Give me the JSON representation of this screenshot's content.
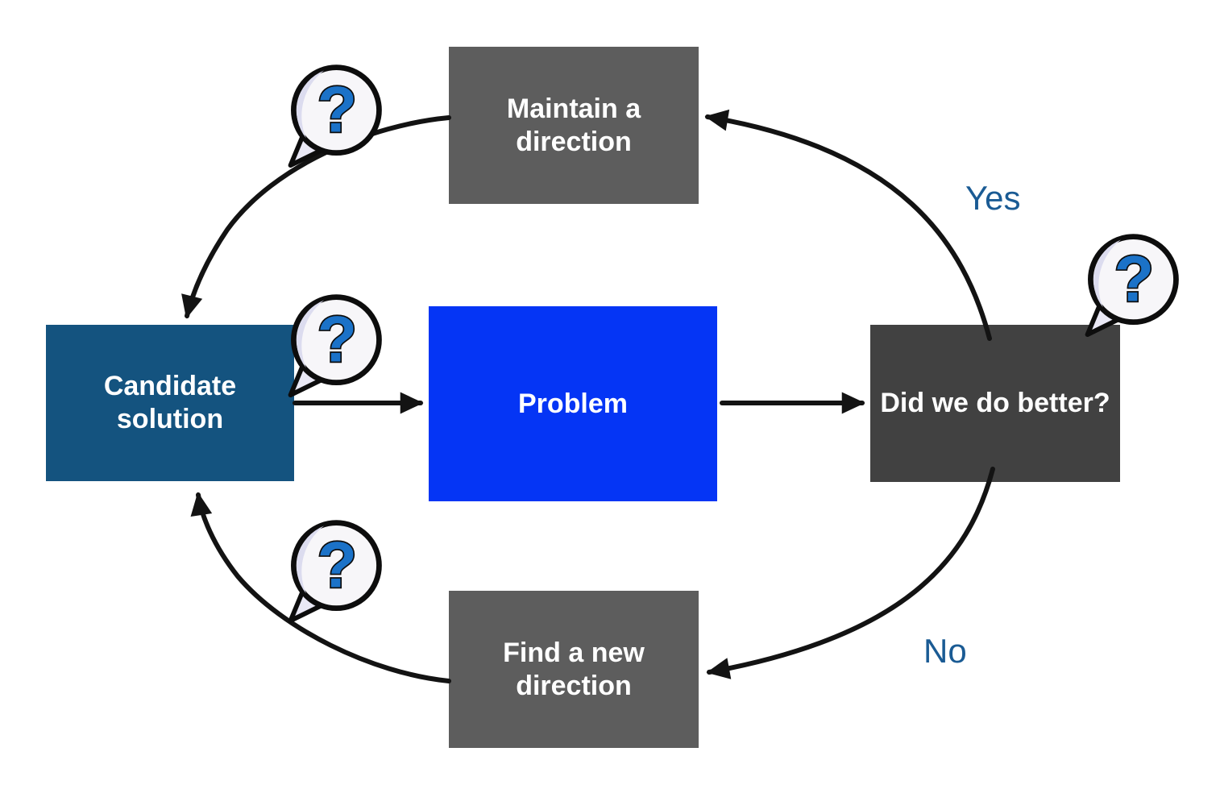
{
  "diagram": {
    "boxes": [
      {
        "id": "maintain-a-direction",
        "label": "Maintain a\ndirection",
        "color": "#5d5d5d",
        "text_color": "#ffffff"
      },
      {
        "id": "candidate-solution",
        "label": "Candidate\nsolution",
        "color": "#14537f",
        "text_color": "#ffffff"
      },
      {
        "id": "problem",
        "label": "Problem",
        "color": "#0535f5",
        "text_color": "#ffffff"
      },
      {
        "id": "did-we-do-better",
        "label": "Did we do better?",
        "color": "#414141",
        "text_color": "#ffffff"
      },
      {
        "id": "find-a-new-direction",
        "label": "Find a new\ndirection",
        "color": "#5d5d5d",
        "text_color": "#ffffff"
      }
    ],
    "edges": [
      {
        "from": "maintain-a-direction",
        "to": "candidate-solution",
        "label": ""
      },
      {
        "from": "candidate-solution",
        "to": "problem",
        "label": ""
      },
      {
        "from": "problem",
        "to": "did-we-do-better",
        "label": ""
      },
      {
        "from": "did-we-do-better",
        "to": "maintain-a-direction",
        "label": "Yes"
      },
      {
        "from": "did-we-do-better",
        "to": "find-a-new-direction",
        "label": "No"
      },
      {
        "from": "find-a-new-direction",
        "to": "candidate-solution",
        "label": ""
      }
    ],
    "edge_label_color": "#1a5b94",
    "arrow_color": "#131313",
    "question_bubble_icon": {
      "count": 4,
      "glyph": "?",
      "bubble_fill": "#f7f6f9",
      "shade_color": "#dcdcef",
      "question_mark_color": "#1b72c8",
      "outline_color": "#0d0d0d"
    }
  }
}
